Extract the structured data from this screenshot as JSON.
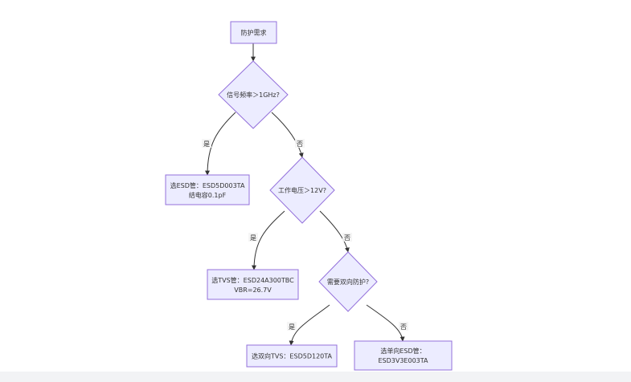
{
  "nodes": {
    "start": {
      "label": "防护需求"
    },
    "q1": {
      "label": "信号频率＞1GHz?"
    },
    "esd_low_cap": {
      "lines": [
        "选ESD管：ESD5D003TA",
        "结电容0.1pF"
      ]
    },
    "q2": {
      "label": "工作电压＞12V?"
    },
    "tvs": {
      "lines": [
        "选TVS管：ESD24A300TBC",
        "VBR=26.7V"
      ]
    },
    "q3": {
      "label": "需要双向防护?"
    },
    "bidir_tvs": {
      "label": "选双向TVS：ESD5D120TA"
    },
    "unidir_esd": {
      "lines": [
        "选单向ESD管：",
        "ESD3V3E003TA"
      ]
    }
  },
  "edges": {
    "yes": "是",
    "no": "否"
  },
  "colors": {
    "node_fill": "#ececff",
    "node_stroke": "#9370db",
    "line": "#333333"
  }
}
